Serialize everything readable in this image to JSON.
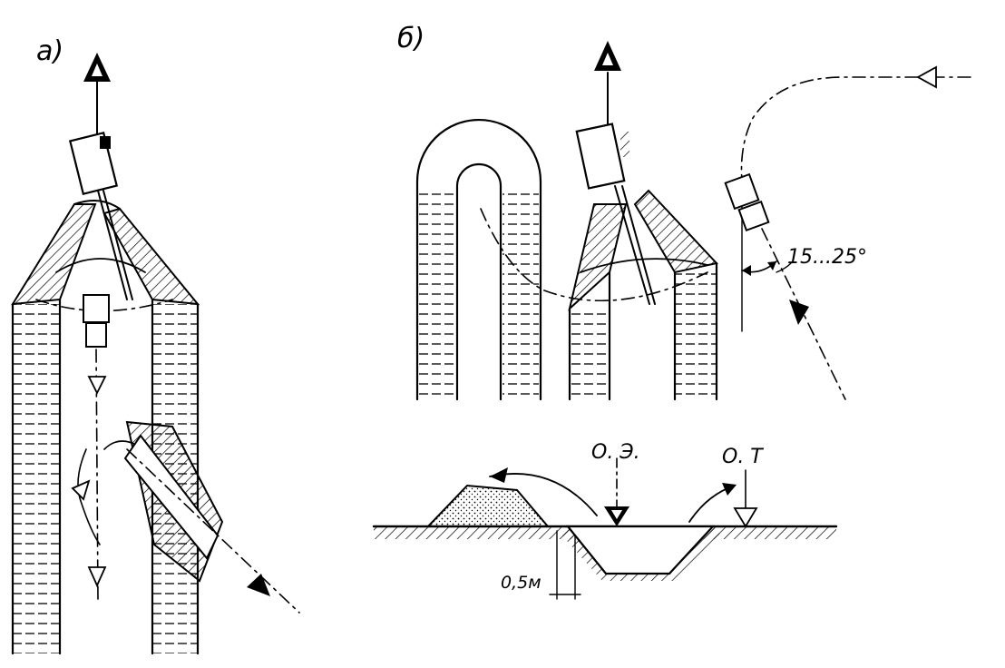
{
  "panels": {
    "a": {
      "label": "а)"
    },
    "b": {
      "label": "б)"
    }
  },
  "annotations": {
    "angle": "15...25°",
    "excavator_axis": "О. Э.",
    "transport_axis": "О. Т",
    "offset": "0,5м"
  }
}
